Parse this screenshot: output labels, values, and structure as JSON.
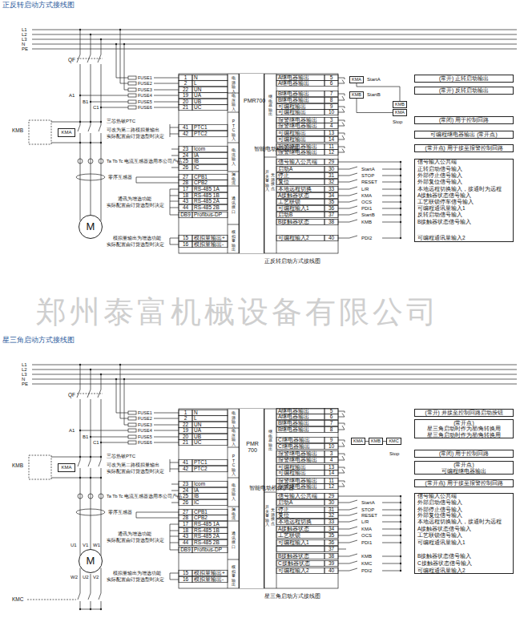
{
  "diagram": {
    "title": "正反转启动方式接线图",
    "nodes": [
      {
        "text": [
          "KMA"
        ]
      },
      {
        "text": [
          "M"
        ]
      },
      {
        "text": [
          "PMR700",
          "智能电动机保护器"
        ]
      },
      {
        "text": [
          "KMA"
        ]
      },
      {
        "text": [
          "KMB"
        ]
      },
      {
        "text": [
          "KMB"
        ]
      },
      {
        "text": [
          "KMA"
        ]
      },
      {
        "text": [
          "(常开) 正转启动输出"
        ]
      },
      {
        "text": [
          "(常开) 反转启动输出"
        ]
      },
      {
        "text": [
          "(常闭) 用于控制回路"
        ]
      },
      {
        "text": [
          "可编程继电器输出 (常开点)"
        ]
      },
      {
        "text": [
          "(常开点) 用于接至报警控制回路"
        ]
      },
      {
        "text": [
          "信号输入公共端",
          "正转启动信号输入",
          "外部停止信号输入",
          "外部复位信号输入",
          "本地远程切换输入，接通时为远程",
          "A接触器状态信号输入",
          "工艺联锁停车信号输入",
          "可编程通讯量输入1",
          "反转启动信号输入",
          "B接触器状态信号输入",
          "可编程通讯量输入2"
        ]
      },
      {
        "text": [
          "KMA"
        ]
      },
      {
        "text": [
          "M"
        ]
      },
      {
        "text": [
          "PMR 700",
          "智能电动机保护器"
        ]
      },
      {
        "text": [
          "KMA"
        ]
      },
      {
        "text": [
          "KMB"
        ]
      },
      {
        "text": [
          "KMC"
        ]
      },
      {
        "text": [
          "(常开) 并接至控制回路启动按钮"
        ]
      },
      {
        "text": [
          "(常开点)",
          "星三角启动时作为星/角转换用",
          "星三角启动时作为星/角转换用"
        ]
      },
      {
        "text": [
          "(常闭) 用于控制回路"
        ]
      },
      {
        "text": [
          "(常开点)",
          "可编程继电器输出"
        ]
      },
      {
        "text": [
          "(常开点) 用于接至报警控制回路"
        ]
      },
      {
        "text": [
          "信号输入公共端",
          "外部启动信号输入",
          "外部停止信号输入",
          "外部复位信号输入",
          "本地远程切换输入，接通时为远程",
          "A接触器状态信号输入",
          "工艺联锁信号输入",
          "可编程通讯量输入1",
          "B接触器状态信号输入",
          "C接触器状态信号输入",
          "可编程通讯量输入2"
        ]
      }
    ],
    "edges": [
      {
        "from": 3,
        "to": 5,
        "arrow": "none"
      },
      {
        "from": 4,
        "to": 6,
        "arrow": "none"
      },
      {
        "from": 16,
        "to": 17,
        "arrow": "none"
      },
      {
        "from": 17,
        "to": 18,
        "arrow": "none"
      }
    ],
    "labels": [
      "L1",
      "L2",
      "L3",
      "N",
      "PE",
      "QF",
      "A1",
      "B1",
      "C1",
      "FUSE1",
      "FUSE2",
      "FUSE3",
      "FUSE4",
      "FUSE5",
      "FUSE6",
      "1",
      "N",
      "2",
      "L",
      "22",
      "UN",
      "19",
      "UA",
      "20",
      "UB",
      "21",
      "UC",
      "41",
      "PTC1",
      "42",
      "PTC2",
      "23",
      "Icom",
      "24",
      "IA",
      "25",
      "IB",
      "26",
      "IC",
      "27",
      "CPB1",
      "28",
      "CPB2",
      "17",
      "RS-485 1A",
      "18",
      "RS-485 1B",
      "43",
      "RS-485 2A",
      "44",
      "RS-485 2B",
      "DB9",
      "Profibus-DP",
      "15",
      "模拟量输出+",
      "16",
      "模拟量输出-",
      "电源输入",
      "电压输入",
      "PTC输入",
      "电流输入",
      "漏电流",
      "通讯接口",
      "模拟量输出",
      "继电器输出",
      "开关量输入",
      "无源接点",
      "A继电器输出",
      "5",
      "A继电器输出",
      "6",
      "B继电器输出",
      "7",
      "B继电器输出",
      "8",
      "可编程输出",
      "9",
      "可编程输出",
      "10",
      "报警继电器输出",
      "3",
      "报警继电器输出",
      "4",
      "可编程输出",
      "13",
      "可编程输出",
      "14",
      "报警继电器输出",
      "11",
      "报警继电器输出",
      "12",
      "信号输入公共端",
      "29",
      "启动A",
      "30",
      "停止",
      "31",
      "复位",
      "32",
      "本地远程切换",
      "33",
      "A接触器状态",
      "34",
      "工艺联锁",
      "35",
      "可编程输入1",
      "36",
      "启动B",
      "37",
      "B接触器状态",
      "38",
      "可编程输入2",
      "40",
      "StartA",
      "STOP",
      "RESET",
      "L/R",
      "KMA",
      "OCS",
      "PDI1",
      "StartB",
      "KMB",
      "PDI2",
      "StartA",
      "StartB",
      "Stop",
      "KMB",
      "三芯热敏PTC",
      "可改为第二路模拟量输出",
      "实际配置由订货选型时决定",
      "Ta Tb Tc 电流互感器选用本公司产品",
      "零序互感器",
      "通讯为增选功能",
      "实际配置由订货选型时决定",
      "模拟量输出为增选功能",
      "实际配置由订货选型时决定",
      "正反转启动方式接线图",
      "郑州泰富机械设备有限公司",
      "星三角启动方式接线图",
      "L1",
      "L2",
      "L3",
      "N",
      "PE",
      "QF",
      "A1",
      "B1",
      "C1",
      "FUSE1",
      "FUSE2",
      "FUSE3",
      "FUSE4",
      "FUSE5",
      "FUSE6",
      "1",
      "N",
      "2",
      "L",
      "22",
      "UN",
      "19",
      "UA",
      "20",
      "UB",
      "21",
      "UC",
      "41",
      "PTC1",
      "42",
      "PTC2",
      "23",
      "Icom",
      "24",
      "IA",
      "25",
      "IB",
      "26",
      "IC",
      "27",
      "CPB1",
      "28",
      "CPB2",
      "17",
      "RS-485 1A",
      "18",
      "RS-485 1B",
      "43",
      "RS-485 2A",
      "44",
      "RS-485 2B",
      "DB9",
      "Profibus-DP",
      "15",
      "模拟量输出+",
      "16",
      "模拟量输出-",
      "电源输入",
      "电压输入",
      "PTC输入",
      "电流输入",
      "漏电流",
      "通讯接口",
      "模拟量输出",
      "继电器输出",
      "开关量输入",
      "无源接点",
      "A继电器输出",
      "5",
      "A继电器输出",
      "6",
      "B继电器输出",
      "7",
      "B继电器输出",
      "8",
      "C继电器输出",
      "9",
      "C继电器输出",
      "10",
      "报警继电器输出",
      "3",
      "报警继电器输出",
      "4",
      "可编程输出",
      "13",
      "可编程输出",
      "14",
      "报警继电器输出",
      "11",
      "报警继电器输出",
      "12",
      "信号输入公共端",
      "29",
      "启动A",
      "30",
      "停止",
      "31",
      "复位",
      "32",
      "本地远程切换",
      "33",
      "A接触器状态",
      "34",
      "工艺联锁",
      "35",
      "可编程输入1",
      "36",
      "37",
      "B接触器状态",
      "38",
      "C接触器状态",
      "39",
      "可编程输入2",
      "40",
      "StartA",
      "STOP",
      "RESET",
      "L/R",
      "KMA",
      "OCS",
      "PDI1",
      "KMB",
      "KMC",
      "PDI2",
      "Stop",
      "KMB",
      "三芯热敏PTC",
      "可改为第二路模拟量输出",
      "实际配置由订货选型时决定",
      "Ta Tb Tc 电流互感器选用本公司产品",
      "零序互感器",
      "通讯为增选功能",
      "实际配置由订货选型时决定",
      "模拟量输出为增选功能",
      "实际配置由订货选型时决定",
      "U1",
      "V1",
      "W1",
      "W2",
      "U2",
      "V2",
      "KMC",
      "星三角启动方式接线图"
    ]
  }
}
